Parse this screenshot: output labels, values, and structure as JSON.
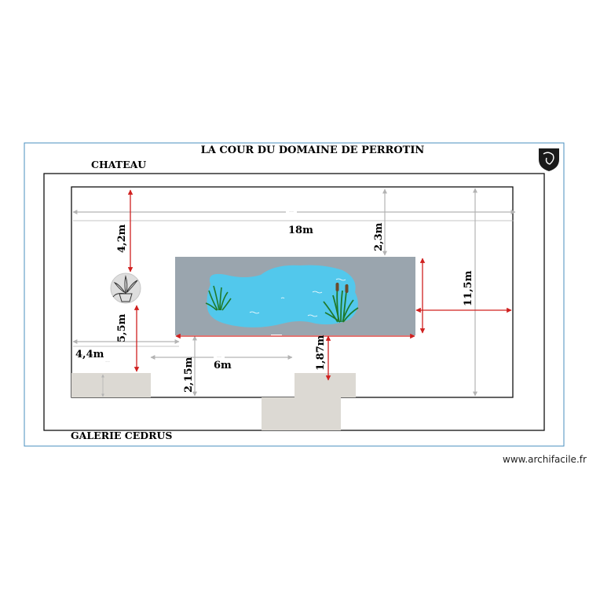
{
  "title": "LA COUR DU DOMAINE DE PERROTIN",
  "places": {
    "north": "CHATEAU",
    "south": "GALERIE CEDRUS"
  },
  "dimensions": {
    "width_total": "18m",
    "dist_top_pond": "2,3m",
    "dist_top_plant": "4,2m",
    "dist_plant_bottom": "5,5m",
    "height_total": "11,5m",
    "left_offset": "4,4m",
    "between_blocks": "6m",
    "pond_to_bottom_left": "2,15m",
    "pond_to_bottom_right": "1,87m"
  },
  "colors": {
    "frame": "#4a8fbf",
    "wall": "#111111",
    "pond_basin": "#9aa5ae",
    "water": "#52c8ec",
    "block": "#dcd9d3",
    "arrow_red": "#d0201f",
    "arrow_grey": "#b3b3b3"
  },
  "icons": [
    "shield-logo-icon",
    "potted-plant-icon",
    "reed-plant-icon"
  ],
  "watermark": "www.archifacile.fr"
}
